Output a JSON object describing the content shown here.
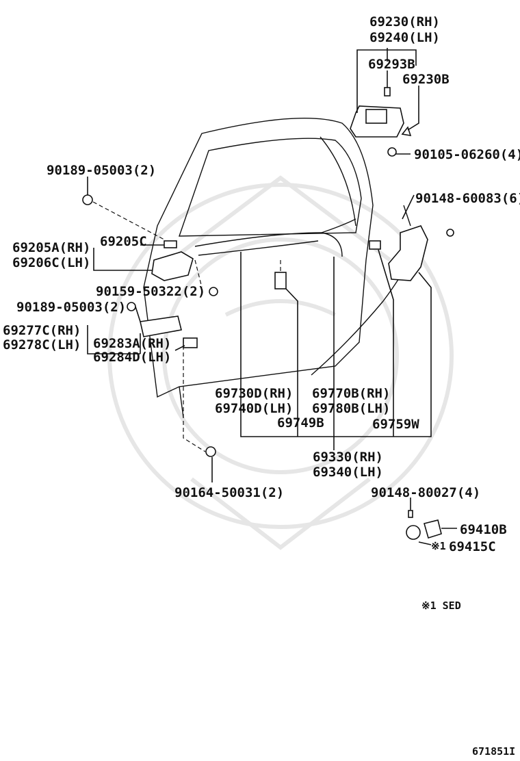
{
  "labels": {
    "p69230": "69230(RH)",
    "p69240": "69240(LH)",
    "p69293B": "69293B",
    "p69230B": "69230B",
    "p90105": "90105-06260(4)",
    "p90189a": "90189-05003(2)",
    "p90148a": "90148-60083(6)",
    "p69205A": "69205A(RH)",
    "p69206C": "69206C(LH)",
    "p69205C": "69205C",
    "p90159": "90159-50322(2)",
    "p90189b": "90189-05003(2)",
    "p69277C": "69277C(RH)",
    "p69278C": "69278C(LH)",
    "p69283A": "69283A(RH)",
    "p69284D": "69284D(LH)",
    "p69730D": "69730D(RH)",
    "p69740D": "69740D(LH)",
    "p69770B": "69770B(RH)",
    "p69780B": "69780B(LH)",
    "p69749B": "69749B",
    "p69759W": "69759W",
    "p69330": "69330(RH)",
    "p69340": "69340(LH)",
    "p90164": "90164-50031(2)",
    "p90148b": "90148-80027(4)",
    "p69410B": "69410B",
    "p69415C": "69415C",
    "note_mark": "※1",
    "footnote": "※1 SED",
    "diagram_id": "671851I"
  }
}
